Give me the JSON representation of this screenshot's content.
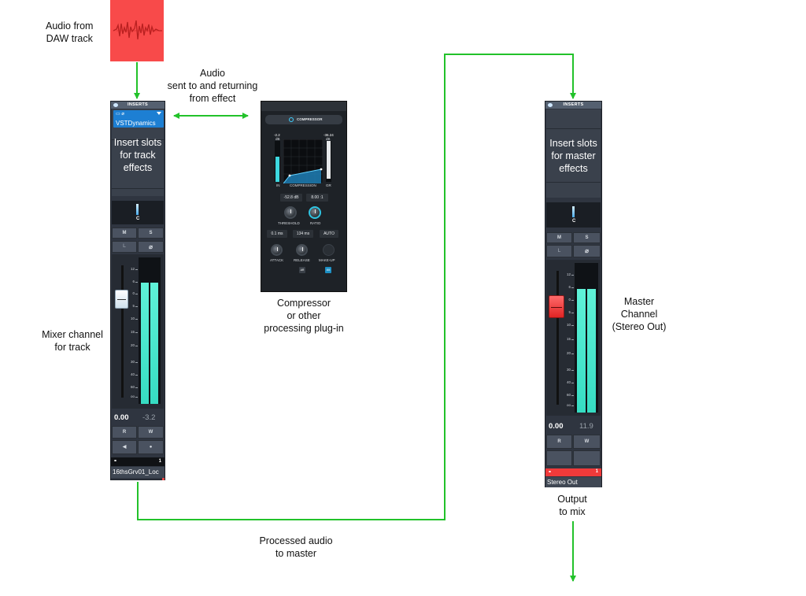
{
  "labels": {
    "audio_from": [
      "Audio from",
      "DAW track"
    ],
    "audio_sent": [
      "Audio",
      "sent to and returning",
      "from effect"
    ],
    "compressor": [
      "Compressor",
      "or other",
      "processing plug-in"
    ],
    "mixer_channel": [
      "Mixer channel",
      "for track"
    ],
    "master_channel": [
      "Master",
      "Channel",
      "(Stereo Out)"
    ],
    "output": [
      "Output",
      "to mix"
    ],
    "processed": [
      "Processed audio",
      "to master"
    ]
  },
  "track_strip": {
    "header": "INSERTS",
    "insert_plugin": "VSTDynamics",
    "insert_text": [
      "Insert slots",
      "for track",
      "effects"
    ],
    "pan_label": "C",
    "buttons": {
      "mute": "M",
      "solo": "S",
      "listen": "L",
      "phase": "⌀",
      "read": "R",
      "write": "W",
      "monitor": "◀",
      "record": "●"
    },
    "scale": [
      "12",
      "6",
      "0",
      "5",
      "10",
      "15",
      "20",
      "30",
      "40",
      "60",
      "oo"
    ],
    "volume": "0.00",
    "peak": "-3.2",
    "meter_level_l": 0.96,
    "meter_level_r": 0.96,
    "number": "1",
    "name": "16thsGrv01_Loc",
    "accent": "#e8f4ff"
  },
  "master_strip": {
    "header": "INSERTS",
    "insert_text": [
      "Insert slots",
      "for master",
      "effects"
    ],
    "pan_label": "C",
    "buttons": {
      "mute": "M",
      "solo": "S",
      "listen": "L",
      "phase": "⌀",
      "read": "R",
      "write": "W"
    },
    "scale": [
      "12",
      "6",
      "0",
      "5",
      "10",
      "15",
      "20",
      "30",
      "40",
      "60",
      "oo"
    ],
    "volume": "0.00",
    "peak": "11.9",
    "meter_level_l": 0.96,
    "meter_level_r": 0.96,
    "number": "1",
    "name": "Stereo Out",
    "accent": "#f03a3a"
  },
  "compressor_plugin": {
    "title": "COMPRESSOR",
    "in_value": "-2.2",
    "gr_value": "-36.24",
    "in_label": "IN",
    "gr_label": "GR",
    "graph_label": "COMPRESSION",
    "db_label_left": "dB",
    "db_label_right": "dB",
    "threshold_value": "-52.8 dB",
    "ratio_value": "8.00 :1",
    "threshold_label": "THRESHOLD",
    "ratio_label": "RATIO",
    "attack_value": "0.1 ms",
    "release_value": "134 ms",
    "auto_label": "AUTO",
    "attack_label": "ATTACK",
    "release_label": "RELEASE",
    "makeup_label": "MAKE-UP",
    "btn_a": "AR",
    "btn_b": "4M"
  },
  "colors": {
    "wire": "#22c22a",
    "clip": "#f84a4a",
    "meter": "#45e6cc",
    "strip": "#2f3540",
    "plugin_accent": "#2fc4e2"
  }
}
